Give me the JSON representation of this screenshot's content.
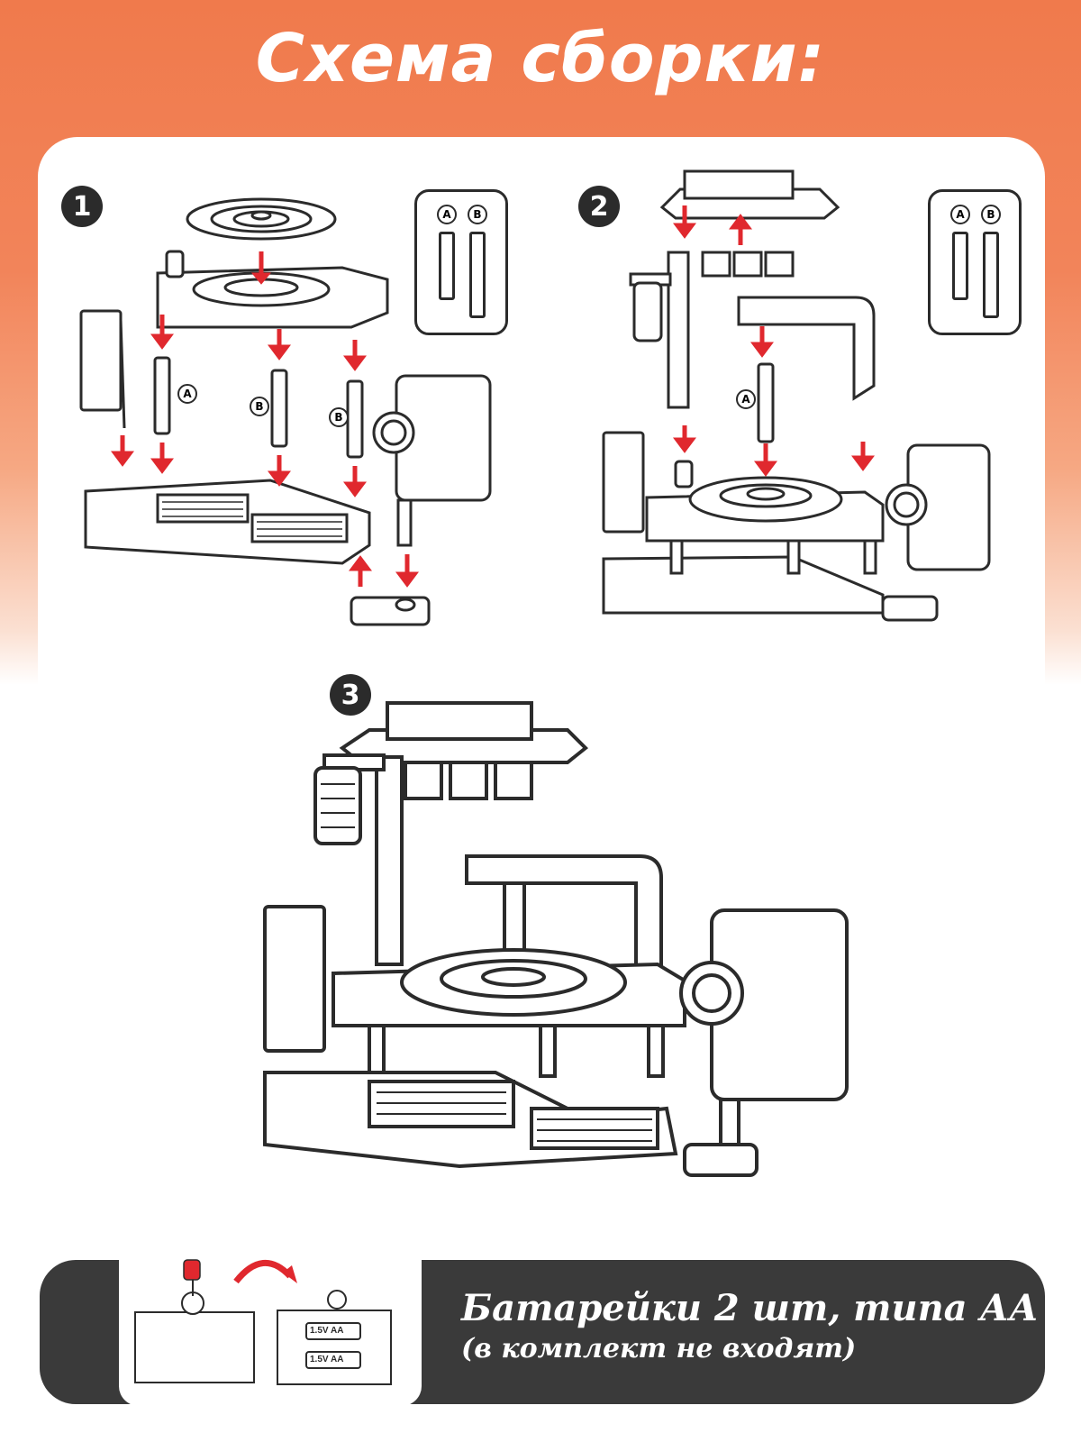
{
  "header": {
    "title": "Схема сборки:"
  },
  "steps": [
    {
      "number": "1",
      "parts": [
        "A",
        "B",
        "B"
      ]
    },
    {
      "number": "2",
      "parts": [
        "A"
      ]
    },
    {
      "number": "3"
    }
  ],
  "legend": {
    "label_a": "A",
    "label_b": "B"
  },
  "battery": {
    "cell_label_1": "1.5V AA",
    "cell_label_2": "1.5V AA",
    "text_line1": "Батарейки 2 шт, типа АА",
    "text_line2": "(в комплект не входят)"
  },
  "colors": {
    "header": "#f07a4c",
    "arrow": "#e0282e",
    "dark": "#2b2b2b",
    "bar": "#3a3a3a"
  }
}
